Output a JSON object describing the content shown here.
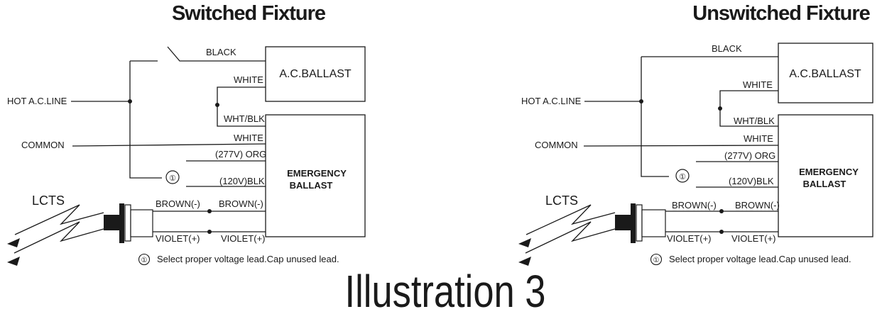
{
  "switched": {
    "title": "Switched Fixture",
    "ac_ballast": "A.C.BALLAST",
    "emergency_line1": "EMERGENCY",
    "emergency_line2": "BALLAST",
    "hot_line": "HOT A.C.LINE",
    "common": "COMMON",
    "lcts": "LCTS",
    "leads": {
      "black": "BLACK",
      "white_top": "WHITE",
      "wht_blk": "WHT/BLK",
      "white_common": "WHITE",
      "org_277": "(277V) ORG",
      "blk_120": "(120V)BLK",
      "brown_left": "BROWN(-)",
      "brown_right": "BROWN(-)",
      "violet_left": "VIOLET(+)",
      "violet_right": "VIOLET(+)"
    },
    "marker": "①",
    "note_marker": "①",
    "note": "Select proper voltage lead.Cap unused lead."
  },
  "unswitched": {
    "title": "Unswitched Fixture",
    "ac_ballast": "A.C.BALLAST",
    "emergency_line1": "EMERGENCY",
    "emergency_line2": "BALLAST",
    "hot_line": "HOT A.C.LINE",
    "common": "COMMON",
    "lcts": "LCTS",
    "leads": {
      "black": "BLACK",
      "white_top": "WHITE",
      "wht_blk": "WHT/BLK",
      "white_common": "WHITE",
      "org_277": "(277V) ORG",
      "blk_120": "(120V)BLK",
      "brown_left": "BROWN(-)",
      "brown_right": "BROWN(-)",
      "violet_left": "VIOLET(+)",
      "violet_right": "VIOLET(+)"
    },
    "marker": "①",
    "note_marker": "①",
    "note": "Select proper voltage lead.Cap unused lead."
  },
  "caption": "Illustration 3"
}
